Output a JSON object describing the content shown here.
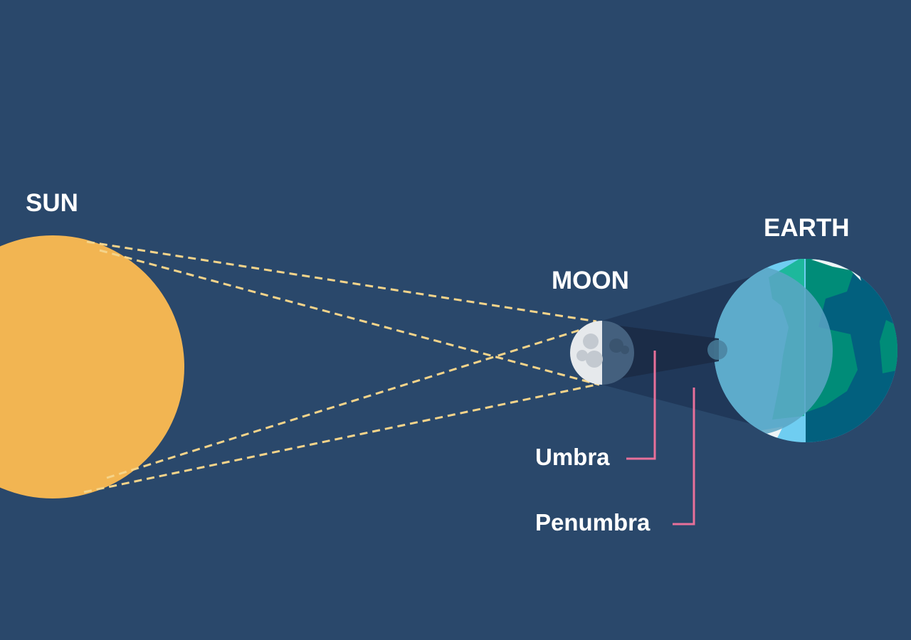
{
  "labels": {
    "sun": "SUN",
    "moon": "MOON",
    "earth": "EARTH",
    "umbra": "Umbra",
    "penumbra": "Penumbra"
  },
  "colors": {
    "background": "#2a486b",
    "sun": "#f2b552",
    "rays": "#f5d48a",
    "callout": "#e8709a",
    "ocean_night": "#02607e",
    "ocean_day": "#6fcdf1",
    "land_day": "#1db89c",
    "land_night": "#008c78"
  }
}
